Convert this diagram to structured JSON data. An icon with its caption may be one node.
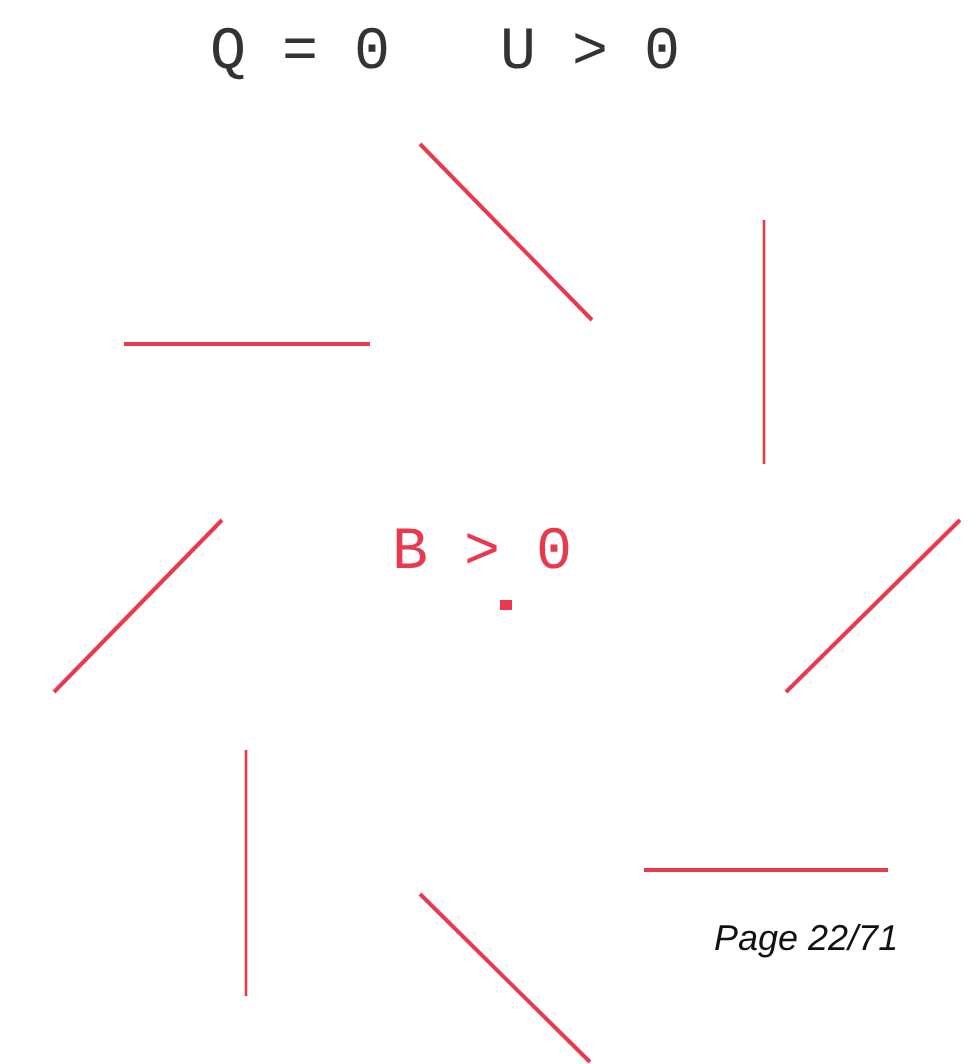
{
  "diagram": {
    "labels": [
      "Q = 0",
      "U > 0",
      "B > 0",
      "Page 22/71"
    ]
  }
}
